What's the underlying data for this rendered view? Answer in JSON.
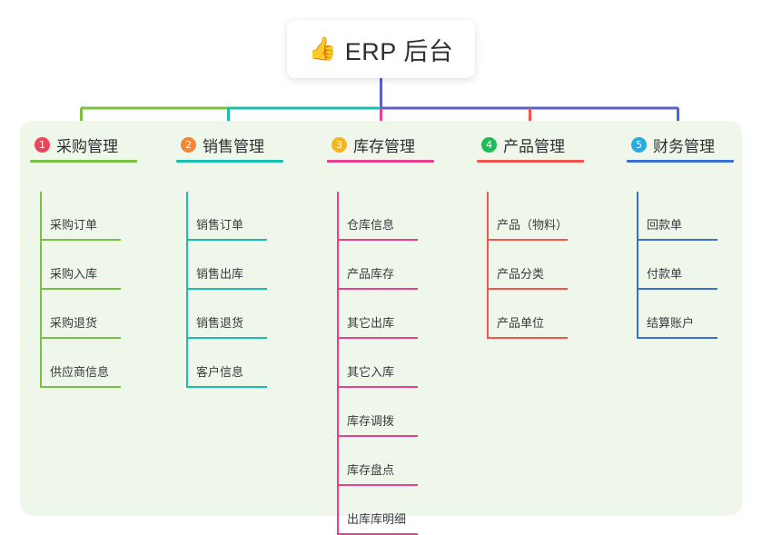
{
  "root": {
    "icon": "thumbs-up-icon",
    "emoji": "👍",
    "title": "ERP 后台"
  },
  "palette": {
    "panel_bg": "#eef7e9",
    "page_bg": "#ffffff",
    "text": "#2f2f33",
    "trunk_blue": "#5b5fc7",
    "branch_green": "#7ac143",
    "branch_teal": "#18bfae",
    "branch_blue": "#5b5fc7",
    "drop_green": "#7ac143",
    "drop_teal": "#18bfae",
    "drop_pink": "#ea3f8f",
    "drop_red": "#f5544e",
    "drop_blue": "#3b6fd4"
  },
  "columns": [
    {
      "number": "1",
      "badge_color": "#f0445a",
      "line_color": "#7ac143",
      "title": "采购管理",
      "items": [
        {
          "label": "采购订单"
        },
        {
          "label": "采购入库"
        },
        {
          "label": "采购退货"
        },
        {
          "label": "供应商信息"
        }
      ]
    },
    {
      "number": "2",
      "badge_color": "#f58634",
      "line_color": "#18bfae",
      "title": "销售管理",
      "items": [
        {
          "label": "销售订单"
        },
        {
          "label": "销售出库"
        },
        {
          "label": "销售退货"
        },
        {
          "label": "客户信息"
        }
      ]
    },
    {
      "number": "3",
      "badge_color": "#f7b61b",
      "line_color": "#ea3f8f",
      "title": "库存管理",
      "items": [
        {
          "label": "仓库信息"
        },
        {
          "label": "产品库存"
        },
        {
          "label": "其它出库"
        },
        {
          "label": "其它入库"
        },
        {
          "label": "库存调拨"
        },
        {
          "label": "库存盘点"
        },
        {
          "label": "出库库明细"
        }
      ]
    },
    {
      "number": "4",
      "badge_color": "#21ba56",
      "line_color": "#f5544e",
      "title": "产品管理",
      "items": [
        {
          "label": "产品（物料）"
        },
        {
          "label": "产品分类"
        },
        {
          "label": "产品单位"
        }
      ]
    },
    {
      "number": "5",
      "badge_color": "#29abe2",
      "line_color": "#3b6fd4",
      "title": "财务管理",
      "items": [
        {
          "label": "回款单"
        },
        {
          "label": "付款单"
        },
        {
          "label": "结算账户"
        }
      ]
    }
  ]
}
